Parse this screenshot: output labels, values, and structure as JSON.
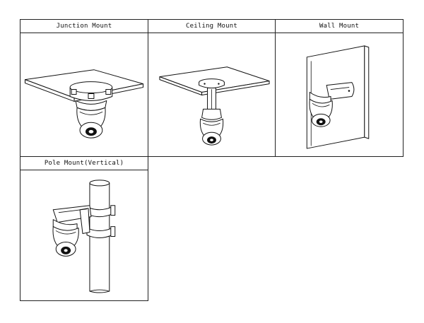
{
  "mount_table": {
    "cells": [
      {
        "label": "Junction Mount"
      },
      {
        "label": "Ceiling Mount"
      },
      {
        "label": "Wall Mount"
      },
      {
        "label": "Pole Mount(Vertical)"
      }
    ]
  },
  "icons": {
    "junction": "junction-mount-drawing",
    "ceiling": "ceiling-mount-drawing",
    "wall": "wall-mount-drawing",
    "pole": "pole-mount-vertical-drawing"
  }
}
